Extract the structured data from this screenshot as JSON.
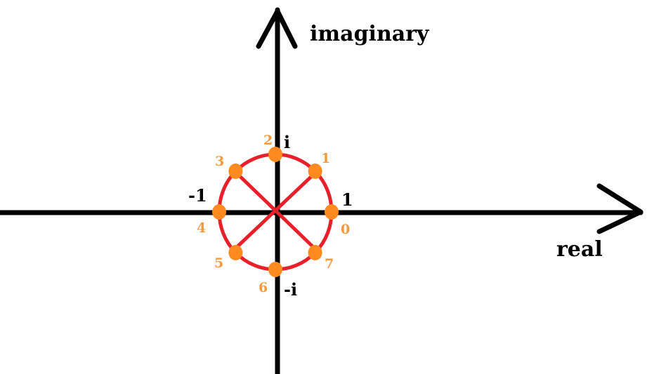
{
  "axes": {
    "imaginary_label": "imaginary",
    "real_label": "real"
  },
  "value_labels": {
    "one": "1",
    "minus_one": "-1",
    "i": "i",
    "minus_i": "-i"
  },
  "points": [
    {
      "index": "0",
      "angle_deg": 0
    },
    {
      "index": "1",
      "angle_deg": 45
    },
    {
      "index": "2",
      "angle_deg": 90
    },
    {
      "index": "3",
      "angle_deg": 135
    },
    {
      "index": "4",
      "angle_deg": 180
    },
    {
      "index": "5",
      "angle_deg": 225
    },
    {
      "index": "6",
      "angle_deg": 270
    },
    {
      "index": "7",
      "angle_deg": 315
    }
  ],
  "colors": {
    "axis": "#000000",
    "circle": "#e8202a",
    "point": "#ff8a1f",
    "index_text": "#f59a3c"
  }
}
